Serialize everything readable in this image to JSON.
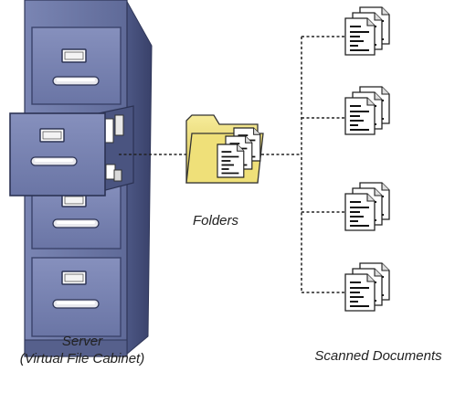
{
  "diagram": {
    "server": {
      "label_line1": "Server",
      "label_line2": "(Virtual File Cabinet)",
      "icon": "file-cabinet-icon"
    },
    "folders": {
      "label": "Folders",
      "icon": "folder-with-documents-icon"
    },
    "documents": {
      "label": "Scanned Documents",
      "icon": "document-stack-icon",
      "count": 4
    },
    "colors": {
      "cabinet_front": "#6f7aa8",
      "cabinet_side": "#4f5a86",
      "cabinet_dark": "#3d4670",
      "folder_yellow": "#f2e27a",
      "connector": "#222222"
    }
  }
}
